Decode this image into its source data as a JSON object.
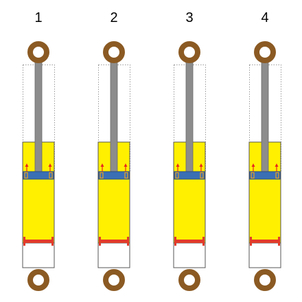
{
  "diagram": {
    "labels": [
      "1",
      "2",
      "3",
      "4"
    ],
    "colors": {
      "fluid": "#FFF000",
      "rod": "#8C8C8C",
      "piston": "#3A6FB5",
      "piston_ring": "#E8A020",
      "valve": "#E23B2A",
      "eye": "#8B5A23",
      "outline": "#555555",
      "dotted": "#9A9A9A",
      "arrow": "#E8281E"
    },
    "icons": [
      "mounting-eye",
      "piston-rod",
      "piston",
      "floating-piston",
      "flow-arrow"
    ]
  }
}
